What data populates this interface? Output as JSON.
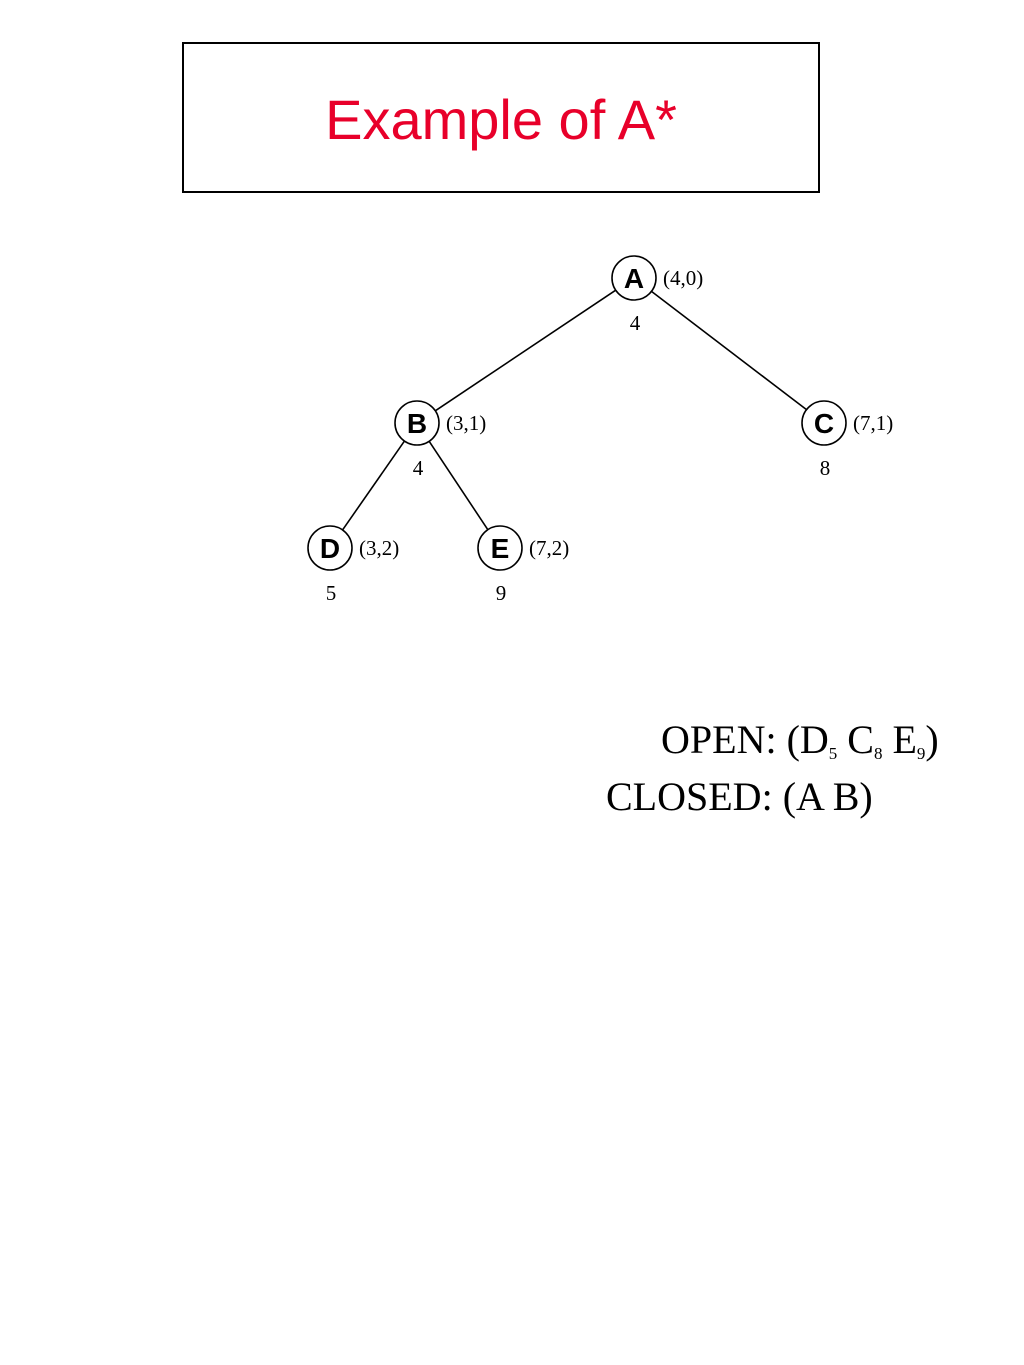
{
  "title": "Example of A*",
  "colors": {
    "title": "#e8002a",
    "line": "#000000"
  },
  "tree": {
    "nodes": [
      {
        "id": "A",
        "label": "A",
        "pair": "(4,0)",
        "f": "4"
      },
      {
        "id": "B",
        "label": "B",
        "pair": "(3,1)",
        "f": "4"
      },
      {
        "id": "C",
        "label": "C",
        "pair": "(7,1)",
        "f": "8"
      },
      {
        "id": "D",
        "label": "D",
        "pair": "(3,2)",
        "f": "5"
      },
      {
        "id": "E",
        "label": "E",
        "pair": "(7,2)",
        "f": "9"
      }
    ],
    "edges": [
      {
        "from": "A",
        "to": "B"
      },
      {
        "from": "A",
        "to": "C"
      },
      {
        "from": "B",
        "to": "D"
      },
      {
        "from": "B",
        "to": "E"
      }
    ]
  },
  "open_list": {
    "label": "OPEN:",
    "open_paren": "(",
    "items": [
      {
        "name": "D",
        "sub": "5"
      },
      {
        "name": "C",
        "sub": "8"
      },
      {
        "name": "E",
        "sub": "9"
      }
    ],
    "close_paren": ")"
  },
  "closed_list": {
    "label": "CLOSED:",
    "value": "(A B)"
  }
}
